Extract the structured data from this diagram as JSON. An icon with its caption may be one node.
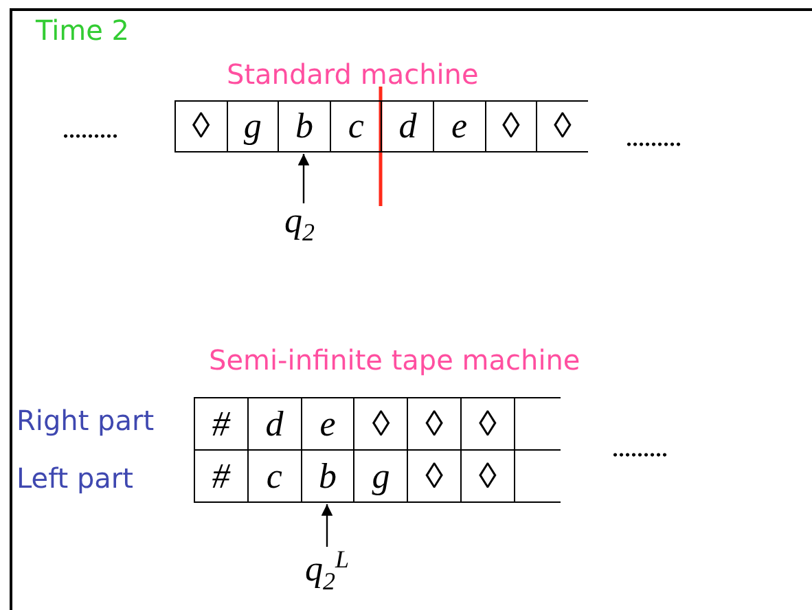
{
  "diagram": {
    "title": "Time 2",
    "nodes": [
      {
        "text": [
          "Standard machine"
        ]
      },
      {
        "text": [
          "◊"
        ],
        "in": 0
      },
      {
        "text": [
          "g"
        ],
        "in": 0
      },
      {
        "text": [
          "b"
        ],
        "in": 0
      },
      {
        "text": [
          "c"
        ],
        "in": 0
      },
      {
        "text": [
          "d"
        ],
        "in": 0
      },
      {
        "text": [
          "e"
        ],
        "in": 0
      },
      {
        "text": [
          "◊"
        ],
        "in": 0
      },
      {
        "text": [
          "◊"
        ],
        "in": 0
      },
      {
        "text": [
          "q$_{2}$"
        ]
      },
      {
        "text": [
          "Semi-infinite tape machine"
        ]
      },
      {
        "text": [
          "Right part"
        ],
        "in": 10
      },
      {
        "text": [
          "#"
        ],
        "in": 11
      },
      {
        "text": [
          "d"
        ],
        "in": 11
      },
      {
        "text": [
          "e"
        ],
        "in": 11
      },
      {
        "text": [
          "◊"
        ],
        "in": 11
      },
      {
        "text": [
          "◊"
        ],
        "in": 11
      },
      {
        "text": [
          "◊"
        ],
        "in": 11
      },
      {
        "text": [],
        "shape": "box",
        "in": 11
      },
      {
        "text": [
          "Left part"
        ],
        "in": 10
      },
      {
        "text": [
          "#"
        ],
        "in": 19
      },
      {
        "text": [
          "c"
        ],
        "in": 19
      },
      {
        "text": [
          "b"
        ],
        "in": 19
      },
      {
        "text": [
          "g"
        ],
        "in": 19
      },
      {
        "text": [
          "◊"
        ],
        "in": 19
      },
      {
        "text": [
          "◊"
        ],
        "in": 19
      },
      {
        "text": [],
        "shape": "box",
        "in": 19
      },
      {
        "text": [
          "q$_{2}$$^{L}$"
        ]
      }
    ],
    "edges": [
      {
        "from": 9,
        "to": 3,
        "arrow": "to"
      },
      {
        "from": 27,
        "to": 22,
        "arrow": "to"
      }
    ],
    "labels": [
      ".........",
      ".........",
      "........."
    ]
  }
}
